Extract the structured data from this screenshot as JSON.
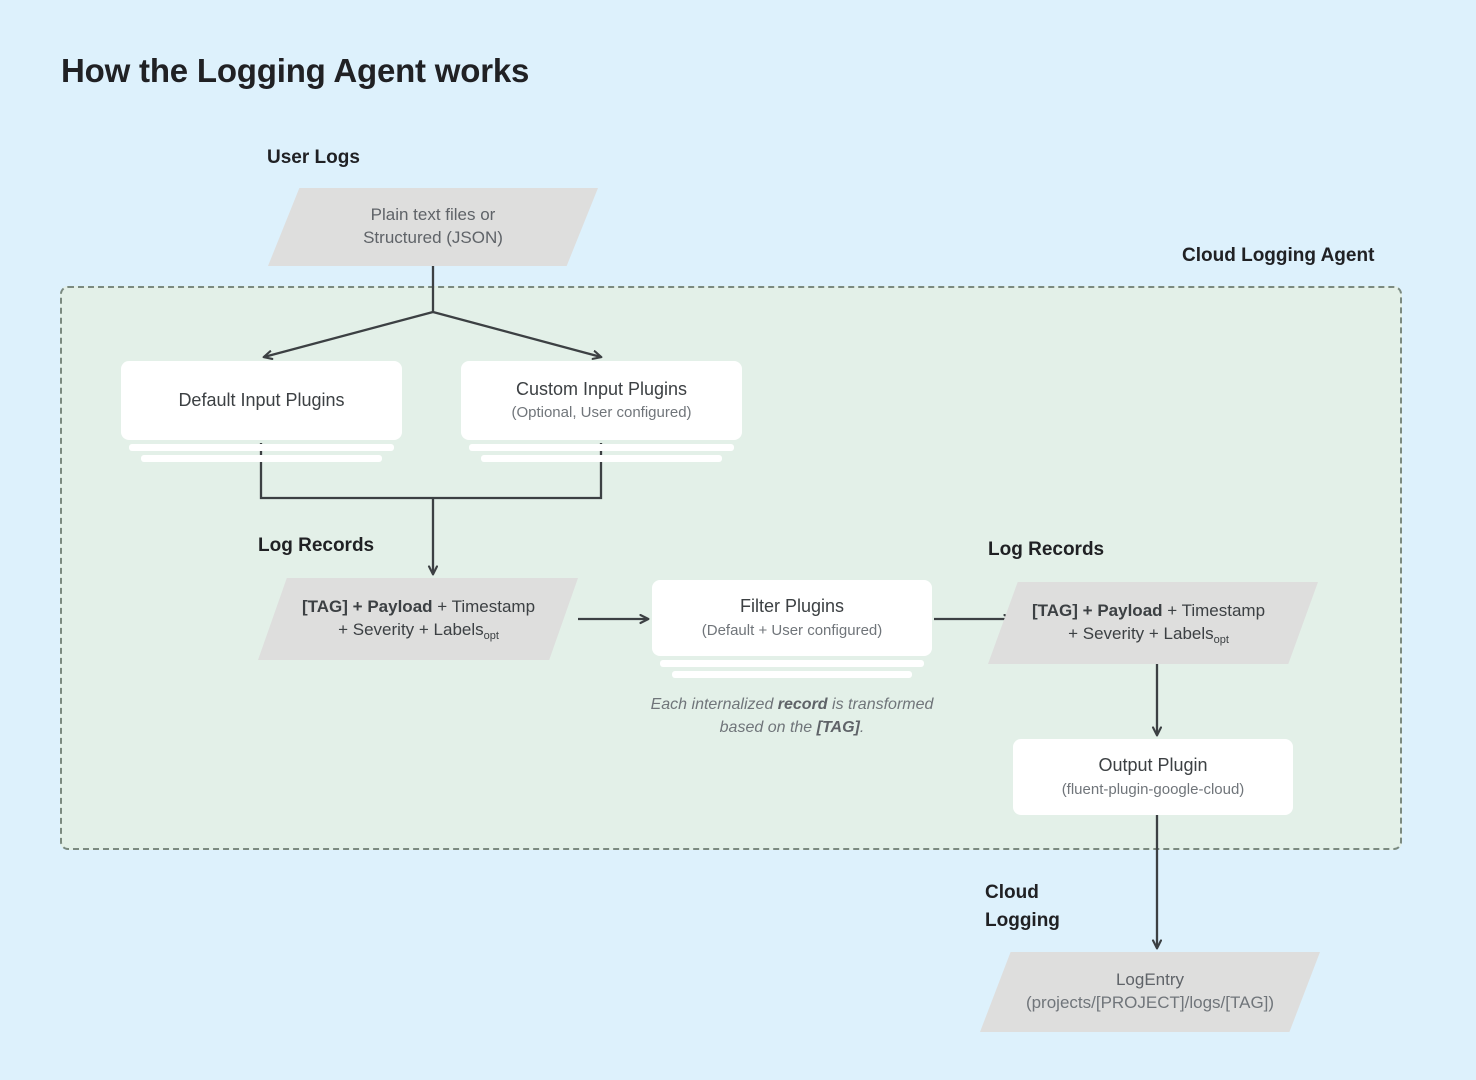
{
  "title": "How the Logging Agent works",
  "labels": {
    "user_logs": "User Logs",
    "cloud_logging_agent": "Cloud Logging Agent",
    "log_records_left": "Log Records",
    "log_records_right": "Log Records",
    "cloud_logging_line1": "Cloud",
    "cloud_logging_line2": "Logging"
  },
  "nodes": {
    "user_logs_source": {
      "line1": "Plain text files or",
      "line2": "Structured (JSON)"
    },
    "default_input_plugins": {
      "title": "Default Input Plugins",
      "subtitle": ""
    },
    "custom_input_plugins": {
      "title": "Custom Input Plugins",
      "subtitle": "(Optional, User configured)"
    },
    "log_record_left": {
      "tag": "[TAG] +",
      "payload": " Payload",
      "rest1": " + Timestamp",
      "rest2": "+ Severity + Labels",
      "subscript": "opt"
    },
    "filter_plugins": {
      "title": "Filter Plugins",
      "subtitle": "(Default + User configured)"
    },
    "log_record_right": {
      "tag": "[TAG] +",
      "payload": " Payload",
      "rest1": " + Timestamp",
      "rest2": "+ Severity + Labels",
      "subscript": "opt"
    },
    "output_plugin": {
      "title": "Output Plugin",
      "subtitle": "(fluent-plugin-google-cloud)"
    },
    "log_entry": {
      "line1": "LogEntry",
      "line2": "(projects/[PROJECT]/logs/[TAG])"
    }
  },
  "note": {
    "part1": "Each internalized ",
    "bold1": "record",
    "part2": " is transformed based on the ",
    "bold2": "[TAG]",
    "part3": "."
  },
  "colors": {
    "page_background": "#ddf1fc",
    "agent_panel_fill": "#e3f0e8",
    "agent_panel_border": "#7b8a80",
    "parallelogram_fill": "#dededd",
    "card_fill": "#ffffff",
    "arrow_stroke": "#3c4043",
    "title_text": "#202124",
    "body_text": "#5f6368",
    "muted_text": "#70757a"
  }
}
